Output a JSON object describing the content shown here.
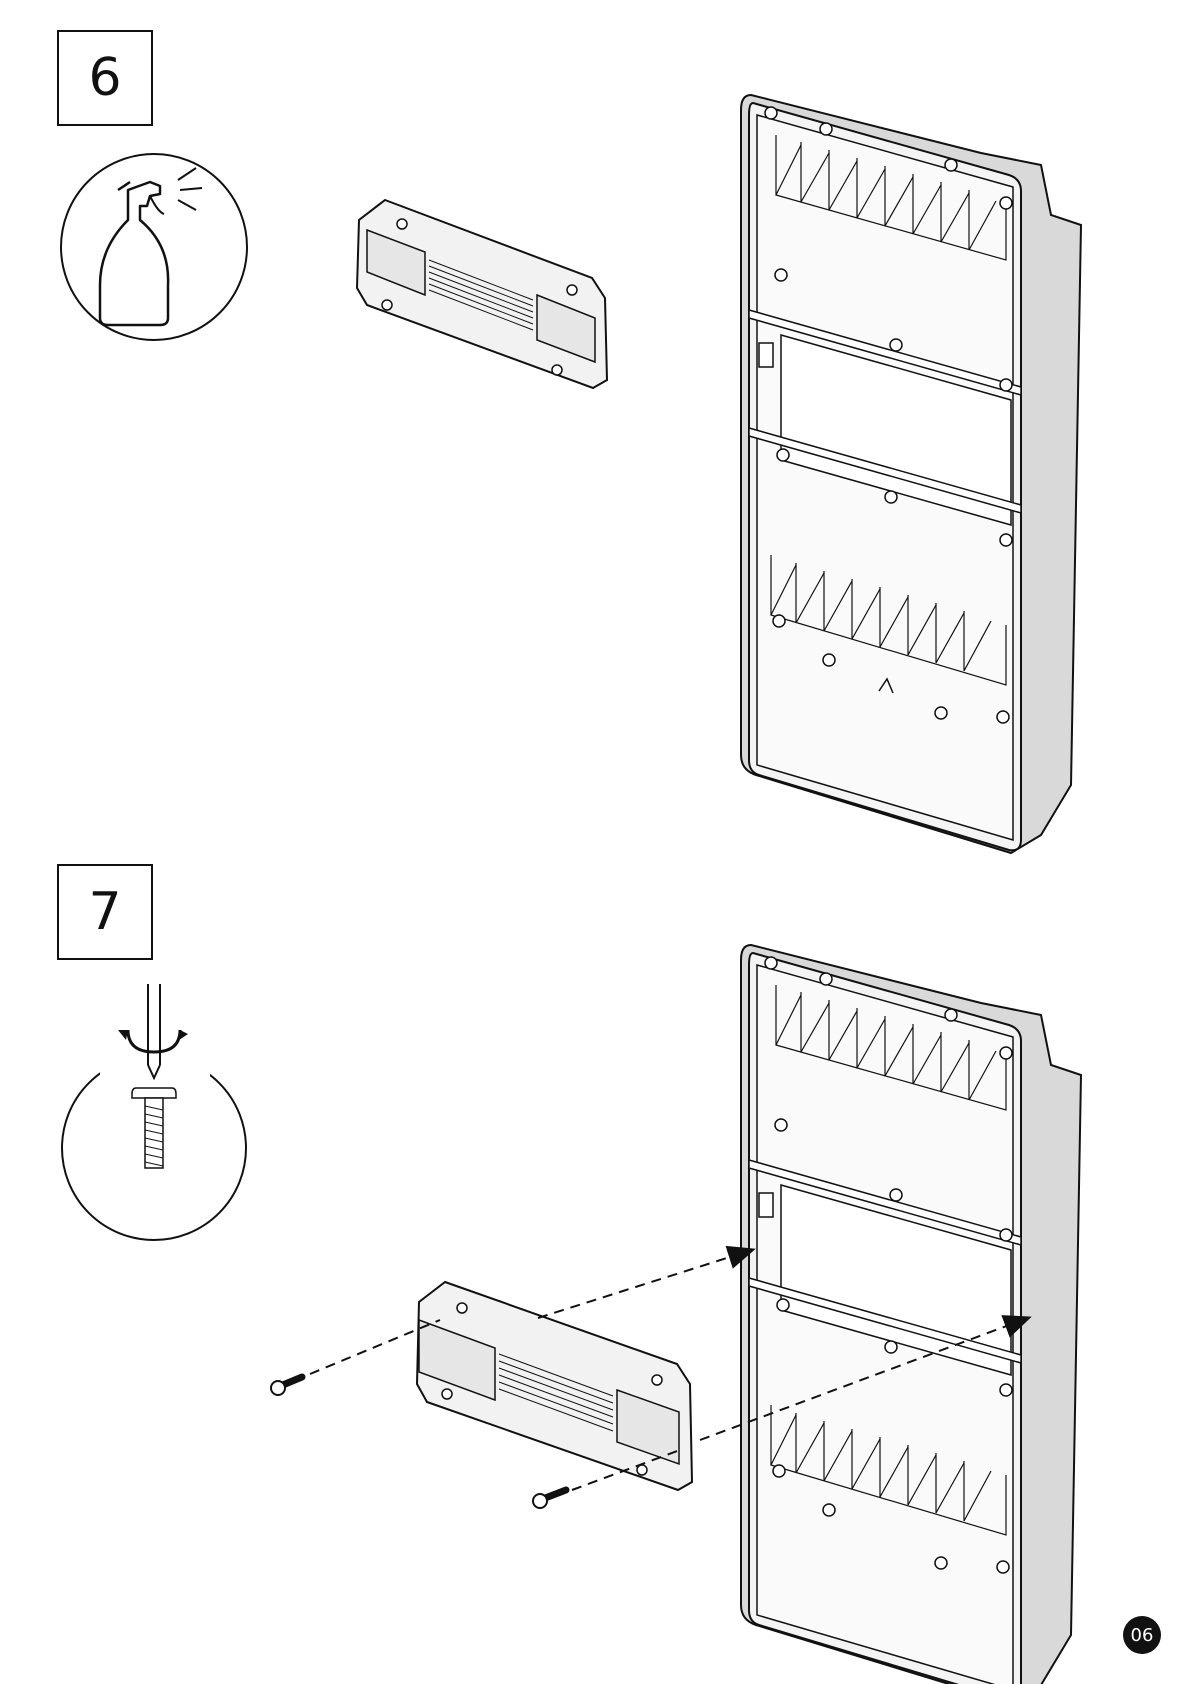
{
  "steps": [
    {
      "number": "6",
      "tool_icon": "spray-bottle-icon"
    },
    {
      "number": "7",
      "tool_icon": "screwdriver-icon"
    }
  ],
  "page_number": "06",
  "colors": {
    "line": "#111111",
    "part_fill": "#f2f2f2",
    "shade": "#d9d9d9"
  }
}
